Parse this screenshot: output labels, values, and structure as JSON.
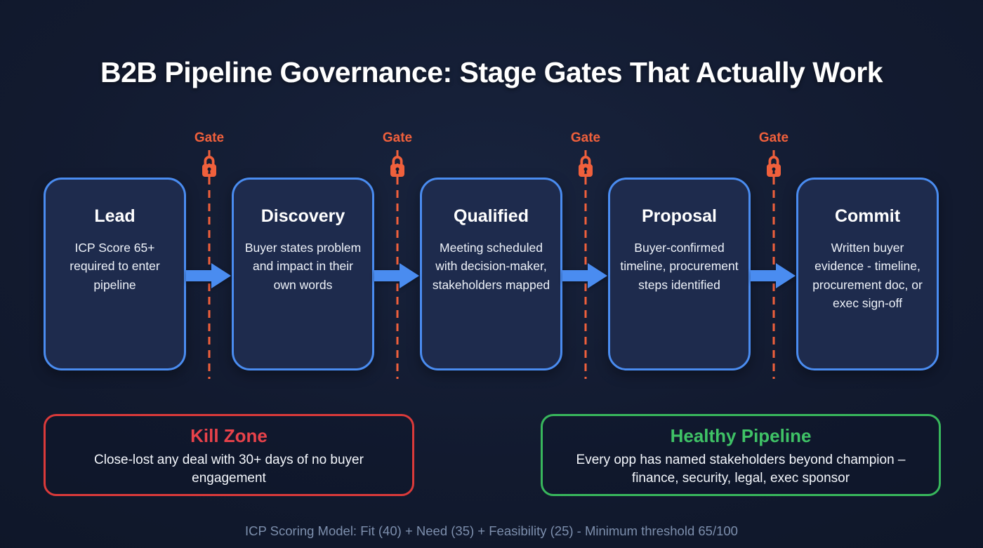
{
  "title": "B2B Pipeline Governance: Stage Gates That Actually Work",
  "gate_label": "Gate",
  "stages": [
    {
      "name": "Lead",
      "description": "ICP Score 65+ required to enter pipeline"
    },
    {
      "name": "Discovery",
      "description": "Buyer states problem and impact in their own words"
    },
    {
      "name": "Qualified",
      "description": "Meeting scheduled with decision-maker, stakeholders mapped"
    },
    {
      "name": "Proposal",
      "description": "Buyer-confirmed timeline, procurement steps identified"
    },
    {
      "name": "Commit",
      "description": "Written buyer evidence - timeline, procurement doc, or exec sign-off"
    }
  ],
  "kill_zone": {
    "title": "Kill Zone",
    "description": "Close-lost any deal with 30+ days of no buyer engagement"
  },
  "healthy_pipeline": {
    "title": "Healthy Pipeline",
    "description": "Every opp has named stakeholders beyond champion – finance, security, legal, exec sponsor"
  },
  "footer": "ICP Scoring Model: Fit (40) + Need (35) + Feasibility (25) - Minimum threshold 65/100",
  "colors": {
    "background": "#121a2f",
    "panel": "#1e2b4d",
    "stage_border": "#4a8cf0",
    "arrow": "#4a8cf0",
    "gate": "#f0603c",
    "kill": "#db3a3a",
    "healthy": "#38b75c",
    "muted": "#7d8fad"
  }
}
